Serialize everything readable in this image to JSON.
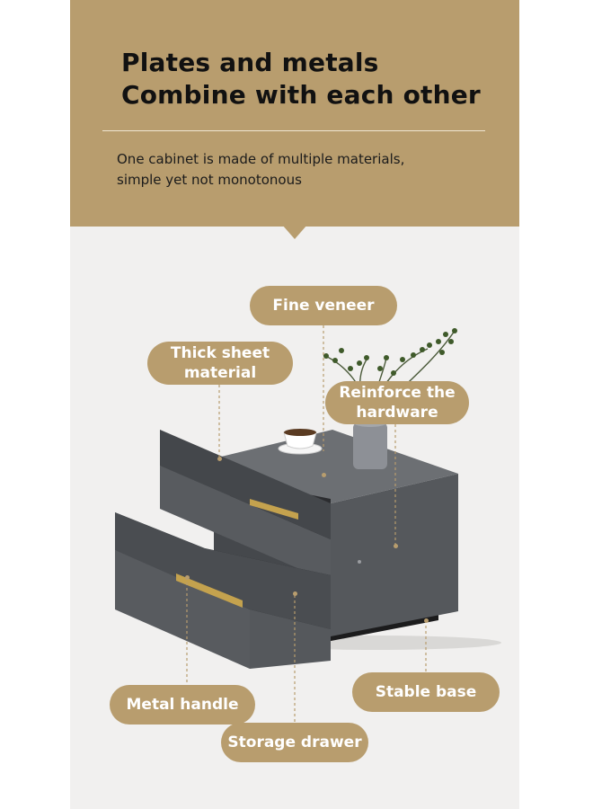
{
  "header": {
    "title_line1": "Plates and metals",
    "title_line2": "Combine with each other",
    "subtitle_line1": "One cabinet is made of multiple materials,",
    "subtitle_line2": "simple yet not monotonous"
  },
  "labels": {
    "fine_veneer": "Fine veneer",
    "thick_sheet_line1": "Thick sheet",
    "thick_sheet_line2": "material",
    "reinforce_line1": "Reinforce the",
    "reinforce_line2": "hardware",
    "metal_handle": "Metal handle",
    "stable_base": "Stable base",
    "storage_drawer": "Storage drawer"
  },
  "colors": {
    "accent": "#b89d6e",
    "background": "#f1f0ef",
    "cabinet": "#5d6064",
    "handle": "#c4a24e"
  }
}
